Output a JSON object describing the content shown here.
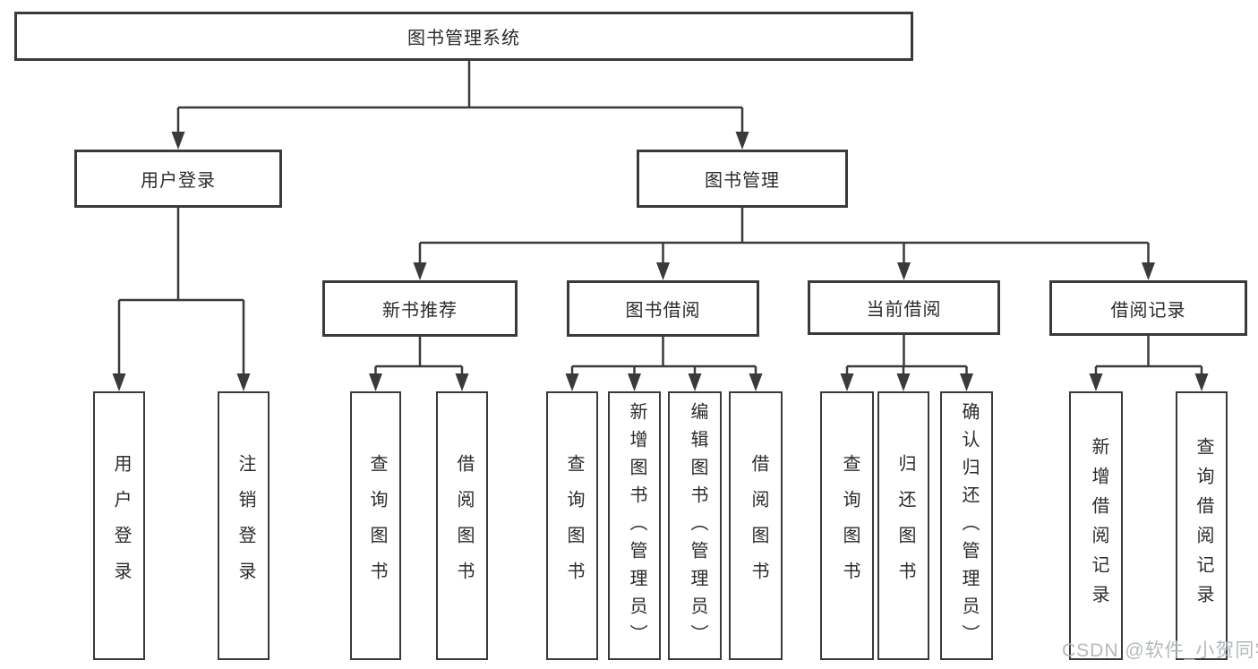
{
  "root": {
    "label": "图书管理系统"
  },
  "level2": [
    {
      "id": "user-login",
      "label": "用户登录"
    },
    {
      "id": "book-management",
      "label": "图书管理"
    }
  ],
  "level3": [
    {
      "id": "new-book-recommend",
      "parent": "book-management",
      "label": "新书推荐"
    },
    {
      "id": "book-borrow",
      "parent": "book-management",
      "label": "图书借阅"
    },
    {
      "id": "current-borrow",
      "parent": "book-management",
      "label": "当前借阅"
    },
    {
      "id": "borrow-records",
      "parent": "book-management",
      "label": "借阅记录"
    }
  ],
  "leaves": [
    {
      "parent": "user-login",
      "label": "用户登录"
    },
    {
      "parent": "user-login",
      "label": "注销登录"
    },
    {
      "parent": "new-book-recommend",
      "label": "查询图书"
    },
    {
      "parent": "new-book-recommend",
      "label": "借阅图书"
    },
    {
      "parent": "book-borrow",
      "label": "查询图书"
    },
    {
      "parent": "book-borrow",
      "label": "新增图书（管理员）"
    },
    {
      "parent": "book-borrow",
      "label": "编辑图书（管理员）"
    },
    {
      "parent": "book-borrow",
      "label": "借阅图书"
    },
    {
      "parent": "current-borrow",
      "label": "查询图书"
    },
    {
      "parent": "current-borrow",
      "label": "归还图书"
    },
    {
      "parent": "current-borrow",
      "label": "确认归还（管理员）"
    },
    {
      "parent": "borrow-records",
      "label": "新增借阅记录"
    },
    {
      "parent": "borrow-records",
      "label": "查询借阅记录"
    }
  ],
  "watermark": {
    "text": "CSDN @软件_小贺同学"
  },
  "colors": {
    "line": "#3a3a3a",
    "text": "#2b2b2b",
    "box_fill": "#ffffff",
    "watermark": "#b4b9bc",
    "background": "#ffffff"
  }
}
